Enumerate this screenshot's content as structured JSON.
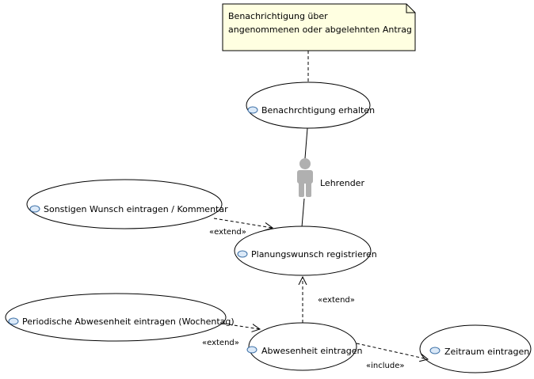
{
  "note": {
    "line1": "Benachrichtigung über",
    "line2": "angenommenen oder abgelehnten Antrag"
  },
  "actor": {
    "name": "Lehrender",
    "icon": "actor-icon"
  },
  "use_cases": {
    "notification": "Benachrchtigung erhalten",
    "other_wish": "Sonstigen Wunsch eintragen / Kommentar",
    "register_wish": "Planungswunsch registrieren",
    "periodic_absence": "Periodische Abwesenheit eintragen (Wochentag)",
    "absence": "Abwesenheit eintragen",
    "timespan": "Zeitraum eintragen"
  },
  "relations": {
    "extend_other": "«extend»",
    "extend_absence": "«extend»",
    "extend_periodic": "«extend»",
    "include_timespan": "«include»"
  },
  "colors": {
    "note_fill": "#ffffe1",
    "actor_fill": "#b0b0b0",
    "usecase_icon": "#dbe9f8"
  }
}
